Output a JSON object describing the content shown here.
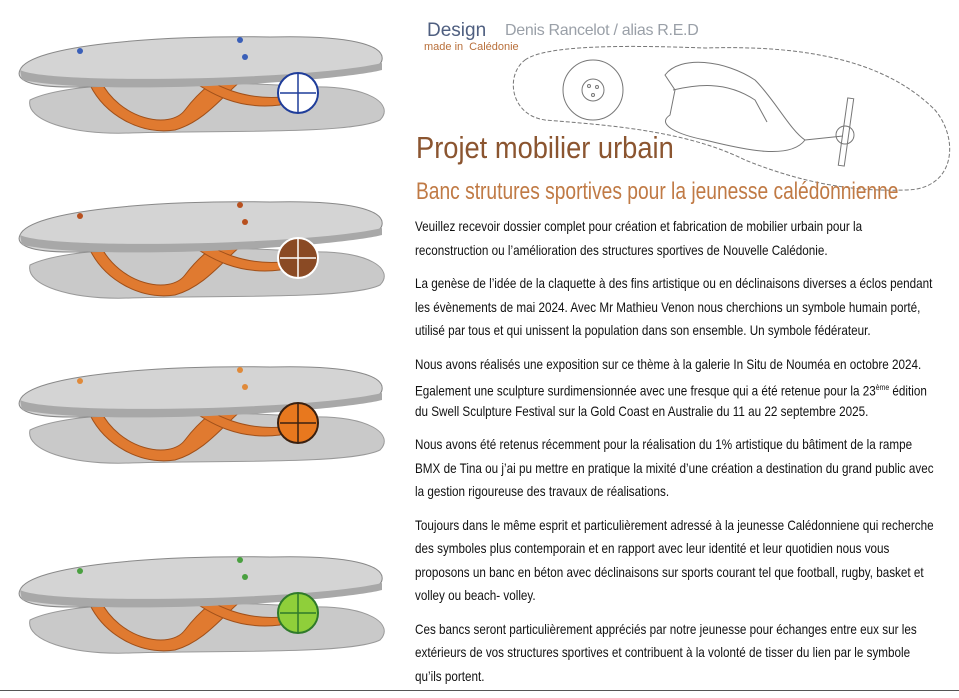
{
  "header": {
    "design": "Design",
    "made_in": "made in",
    "place": "Calédonie",
    "author": "Denis Rancelot / alias R.E.D"
  },
  "title": "Projet mobilier urbain",
  "subtitle": "Banc strutures sportives pour la jeunesse calédonnienne",
  "paragraphs": [
    [
      "Veuillez recevoir dossier complet pour création et fabrication de mobilier urbain pour la",
      "reconstruction ou l’amélioration des structures sportives de Nouvelle Calédonie."
    ],
    [
      "La genèse de l’idée de la claquette à des fins artistique ou en déclinaisons diverses  a éclos pendant",
      "les évènements de mai 2024. Avec Mr Mathieu Venon nous cherchions un  symbole humain porté,",
      "utilisé par tous et qui unissent la population dans son ensemble. Un symbole fédérateur."
    ],
    [
      "Nous avons réalisés  une exposition sur ce thème  à la galerie In Situ de Nouméa en octobre 2024.",
      "Egalement une sculpture surdimensionnée avec une fresque qui a été retenue pour la 23ème édition",
      "du Swell Sculpture Festival sur la Gold Coast en Australie du 11 au 22 septembre 2025."
    ],
    [
      "Nous avons été retenus récemment  pour la réalisation du 1% artistique du bâtiment de la rampe",
      "BMX de Tina ou j’ai pu mettre en pratique la mixité d’une création a destination du grand public avec",
      "la gestion rigoureuse des travaux de réalisations."
    ],
    [
      "Toujours dans le même esprit et particulièrement adressé à la jeunesse Calédonniene qui recherche",
      "des symboles plus contemporain et en rapport avec leur identité et leur quotidien nous vous",
      "proposons un banc en béton avec déclinaisons sur sports courant tel que football, rugby, basket et",
      "volley ou beach- volley."
    ],
    [
      "Ces bancs seront particulièrement appréciés par notre jeunesse pour échanges entre eux sur les",
      "extérieurs de vos structures sportives et contribuent à la volonté de tisser du lien par le symbole",
      "qu’ils portent."
    ]
  ],
  "benches": [
    {
      "sport": "football",
      "dot_color": "#3a5fb8",
      "ball_color": "#ffffff",
      "ball_accent": "#1f3d9a"
    },
    {
      "sport": "rugby",
      "dot_color": "#b8501e",
      "ball_color": "#8a4a24",
      "ball_accent": "#ffffff"
    },
    {
      "sport": "basket",
      "dot_color": "#e08a3a",
      "ball_color": "#e8781e",
      "ball_accent": "#3a2010"
    },
    {
      "sport": "volley",
      "dot_color": "#4aa040",
      "ball_color": "#8fcf3a",
      "ball_accent": "#2f7a2a"
    }
  ]
}
